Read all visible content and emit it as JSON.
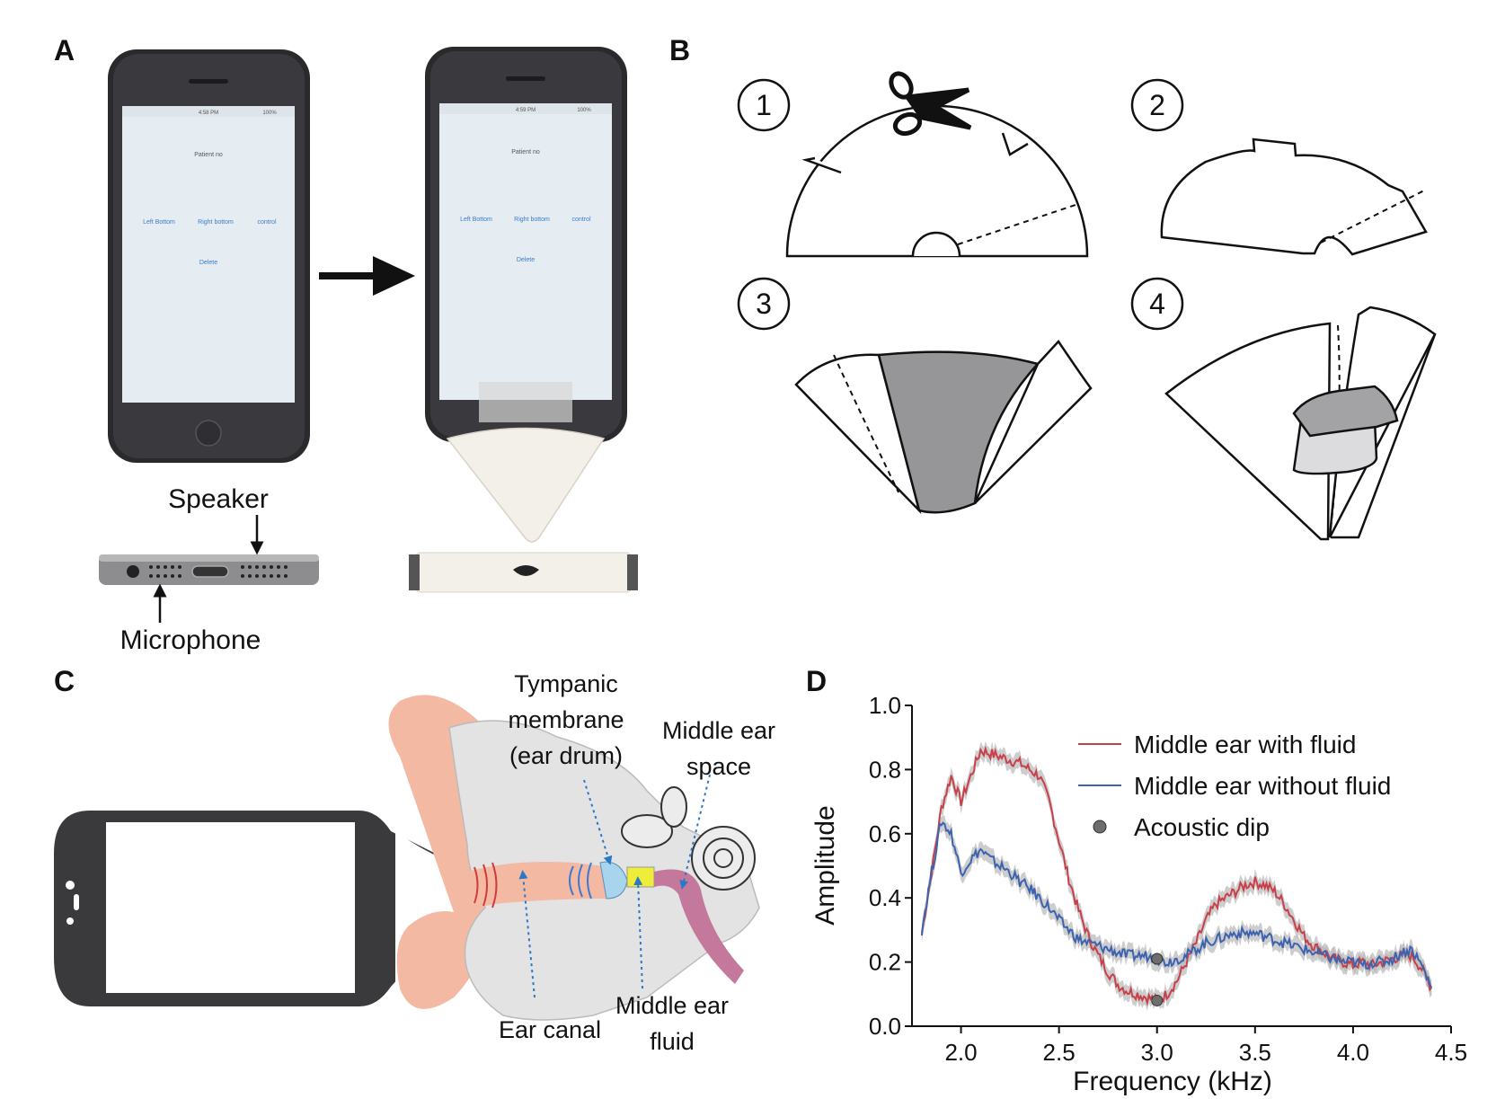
{
  "panels": {
    "a": {
      "letter": "A",
      "phone_screen": {
        "status_time_left": "4:58 PM",
        "status_time_right": "4:59 PM",
        "battery": "100%",
        "patient": "Patient no",
        "btn_left": "Left Bottom",
        "btn_right": "Right bottom",
        "btn_control": "control",
        "btn_delete": "Delete"
      },
      "speaker_label": "Speaker",
      "microphone_label": "Microphone"
    },
    "b": {
      "letter": "B",
      "steps": [
        "1",
        "2",
        "3",
        "4"
      ]
    },
    "c": {
      "letter": "C",
      "labels": {
        "tympanic": [
          "Tympanic",
          "membrane",
          "(ear drum)"
        ],
        "middle_space": [
          "Middle ear",
          "space"
        ],
        "ear_canal": "Ear canal",
        "middle_fluid": [
          "Middle ear",
          "fluid"
        ]
      }
    },
    "d": {
      "letter": "D"
    }
  },
  "colors": {
    "with_fluid": "#c8404a",
    "without_fluid": "#3d63b0",
    "dip": "#6e6e6e",
    "band": "#b8b8b8"
  },
  "chart_data": {
    "type": "line",
    "xlabel": "Frequency (kHz)",
    "ylabel": "Amplitude",
    "xlim": [
      1.75,
      4.5
    ],
    "ylim": [
      0.0,
      1.0
    ],
    "xticks": [
      "2.0",
      "2.5",
      "3.0",
      "3.5",
      "4.0",
      "4.5"
    ],
    "yticks": [
      "0.0",
      "0.2",
      "0.4",
      "0.6",
      "0.8",
      "1.0"
    ],
    "legend_position": "top-right",
    "series": [
      {
        "name": "Middle ear with fluid",
        "x": [
          1.8,
          1.85,
          1.9,
          1.95,
          2.0,
          2.05,
          2.1,
          2.15,
          2.2,
          2.25,
          2.3,
          2.35,
          2.4,
          2.45,
          2.5,
          2.55,
          2.6,
          2.65,
          2.7,
          2.75,
          2.8,
          2.85,
          2.9,
          2.95,
          3.0,
          3.05,
          3.1,
          3.15,
          3.2,
          3.25,
          3.3,
          3.35,
          3.4,
          3.45,
          3.5,
          3.55,
          3.6,
          3.65,
          3.7,
          3.75,
          3.8,
          3.85,
          3.9,
          3.95,
          4.0,
          4.05,
          4.1,
          4.15,
          4.2,
          4.25,
          4.3,
          4.35,
          4.4
        ],
        "y": [
          0.29,
          0.48,
          0.68,
          0.78,
          0.7,
          0.78,
          0.86,
          0.85,
          0.84,
          0.83,
          0.82,
          0.8,
          0.78,
          0.7,
          0.58,
          0.46,
          0.36,
          0.28,
          0.22,
          0.17,
          0.13,
          0.11,
          0.1,
          0.09,
          0.08,
          0.1,
          0.14,
          0.2,
          0.26,
          0.33,
          0.38,
          0.4,
          0.42,
          0.44,
          0.45,
          0.44,
          0.42,
          0.38,
          0.33,
          0.28,
          0.25,
          0.23,
          0.21,
          0.2,
          0.19,
          0.2,
          0.19,
          0.2,
          0.21,
          0.22,
          0.22,
          0.18,
          0.12
        ]
      },
      {
        "name": "Middle ear without fluid",
        "x": [
          1.8,
          1.85,
          1.9,
          1.95,
          2.0,
          2.05,
          2.1,
          2.15,
          2.2,
          2.25,
          2.3,
          2.35,
          2.4,
          2.45,
          2.5,
          2.55,
          2.6,
          2.65,
          2.7,
          2.75,
          2.8,
          2.85,
          2.9,
          2.95,
          3.0,
          3.05,
          3.1,
          3.15,
          3.2,
          3.25,
          3.3,
          3.35,
          3.4,
          3.45,
          3.5,
          3.55,
          3.6,
          3.65,
          3.7,
          3.75,
          3.8,
          3.85,
          3.9,
          3.95,
          4.0,
          4.05,
          4.1,
          4.15,
          4.2,
          4.25,
          4.3,
          4.35,
          4.4
        ],
        "y": [
          0.3,
          0.48,
          0.64,
          0.6,
          0.48,
          0.52,
          0.55,
          0.52,
          0.5,
          0.48,
          0.45,
          0.43,
          0.4,
          0.37,
          0.33,
          0.3,
          0.27,
          0.26,
          0.25,
          0.24,
          0.23,
          0.22,
          0.22,
          0.22,
          0.21,
          0.2,
          0.21,
          0.22,
          0.24,
          0.26,
          0.27,
          0.28,
          0.29,
          0.29,
          0.29,
          0.28,
          0.27,
          0.26,
          0.25,
          0.24,
          0.23,
          0.22,
          0.21,
          0.2,
          0.2,
          0.19,
          0.2,
          0.2,
          0.21,
          0.23,
          0.24,
          0.19,
          0.12
        ]
      }
    ],
    "points": {
      "name": "Acoustic dip",
      "x": [
        3.0,
        3.0
      ],
      "y": [
        0.21,
        0.08
      ]
    }
  }
}
